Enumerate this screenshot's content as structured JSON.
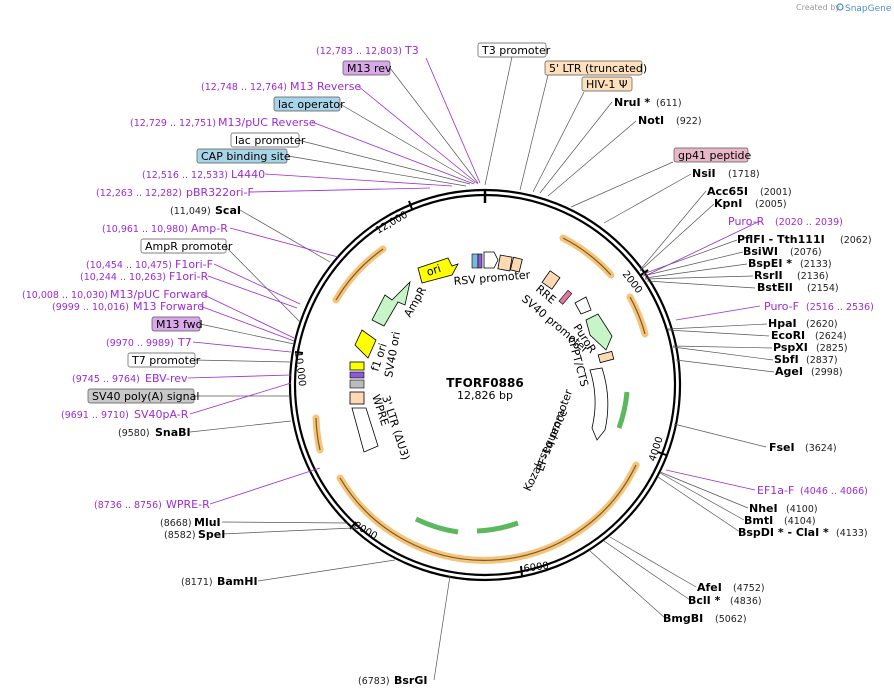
{
  "credit": {
    "created_by": "Created by",
    "brand": "SnapGene"
  },
  "plasmid": {
    "name": "TFORF0886",
    "length": "12,826 bp"
  },
  "ticks": [
    "2000",
    "4000",
    "6000",
    "8000",
    "10,000",
    "12,000"
  ],
  "enzymes_right": [
    {
      "name": "NruI *",
      "pos": "(611)"
    },
    {
      "name": "NotI",
      "pos": "(922)"
    },
    {
      "name": "NsiI",
      "pos": "(1718)"
    },
    {
      "name": "Acc65I",
      "pos": "(2001)"
    },
    {
      "name": "KpnI",
      "pos": "(2005)"
    },
    {
      "name": "PflFI - Tth111I",
      "pos": "(2062)"
    },
    {
      "name": "BsiWI",
      "pos": "(2076)"
    },
    {
      "name": "BspEI *",
      "pos": "(2133)"
    },
    {
      "name": "RsrII",
      "pos": "(2136)"
    },
    {
      "name": "BstEII",
      "pos": "(2154)"
    },
    {
      "name": "HpaI",
      "pos": "(2620)"
    },
    {
      "name": "EcoRI",
      "pos": "(2624)"
    },
    {
      "name": "PspXI",
      "pos": "(2825)"
    },
    {
      "name": "SbfI",
      "pos": "(2837)"
    },
    {
      "name": "AgeI",
      "pos": "(2998)"
    },
    {
      "name": "FseI",
      "pos": "(3624)"
    },
    {
      "name": "NheI",
      "pos": "(4100)"
    },
    {
      "name": "BmtI",
      "pos": "(4104)"
    },
    {
      "name": "BspDI * - ClaI *",
      "pos": "(4133)"
    },
    {
      "name": "AfeI",
      "pos": "(4752)"
    },
    {
      "name": "BclI *",
      "pos": "(4836)"
    },
    {
      "name": "BmgBI",
      "pos": "(5062)"
    },
    {
      "name": "BsrGI",
      "pos": "(6783)"
    }
  ],
  "enzymes_left": [
    {
      "name": "ScaI",
      "pos": "(11,049)"
    },
    {
      "name": "SnaBI",
      "pos": "(9580)"
    },
    {
      "name": "MluI",
      "pos": "(8668)"
    },
    {
      "name": "SpeI",
      "pos": "(8582)"
    },
    {
      "name": "BamHI",
      "pos": "(8171)"
    }
  ],
  "primers_right": [
    {
      "name": "Puro-R",
      "pos": "(2020 .. 2039)"
    },
    {
      "name": "Puro-F",
      "pos": "(2516 .. 2536)"
    },
    {
      "name": "EF1a-F",
      "pos": "(4046 .. 4066)"
    }
  ],
  "primers_left": [
    {
      "name": "T3",
      "pos": "(12,783 .. 12,803)"
    },
    {
      "name": "M13 Reverse",
      "pos": "(12,748 .. 12,764)"
    },
    {
      "name": "M13/pUC Reverse",
      "pos": "(12,729 .. 12,751)"
    },
    {
      "name": "L4440",
      "pos": "(12,516 .. 12,533)"
    },
    {
      "name": "pBR322ori-F",
      "pos": "(12,263 .. 12,282)"
    },
    {
      "name": "Amp-R",
      "pos": "(10,961 .. 10,980)"
    },
    {
      "name": "F1ori-F",
      "pos": "(10,454 .. 10,475)"
    },
    {
      "name": "F1ori-R",
      "pos": "(10,244 .. 10,263)"
    },
    {
      "name": "M13/pUC Forward",
      "pos": "(10,008 .. 10,030)"
    },
    {
      "name": "M13 Forward",
      "pos": "(9999 .. 10,016)"
    },
    {
      "name": "T7",
      "pos": "(9970 .. 9989)"
    },
    {
      "name": "EBV-rev",
      "pos": "(9745 .. 9764)"
    },
    {
      "name": "SV40pA-R",
      "pos": "(9691 .. 9710)"
    },
    {
      "name": "WPRE-R",
      "pos": "(8736 .. 8756)"
    }
  ],
  "boxes": {
    "t3_promoter": "T3 promoter",
    "ltr5": "5' LTR (truncated)",
    "hiv_psi": "HIV-1 Ψ",
    "gp41": "gp41 peptide",
    "m13rev": "M13 rev",
    "lac_operator": "lac operator",
    "lac_promoter": "lac promoter",
    "cap_site": "CAP binding site",
    "ampr_promoter": "AmpR promoter",
    "m13fwd": "M13 fwd",
    "t7_promoter": "T7 promoter",
    "sv40_polya": "SV40 poly(A) signal"
  },
  "features": {
    "ori": "ori",
    "ampr": "AmpR",
    "f1ori": "f1 ori",
    "sv40ori": "SV40 ori",
    "rsv": "RSV promoter",
    "rre": "RRE",
    "sv40prom": "SV40 promoter",
    "puror": "PuroR",
    "cppt": "cPPT/CTS",
    "ef1a": "EF-1α promoter",
    "kozak": "Kozak sequence",
    "ltr3": "3' LTR (ΔU3)",
    "wpre": "WPRE"
  }
}
